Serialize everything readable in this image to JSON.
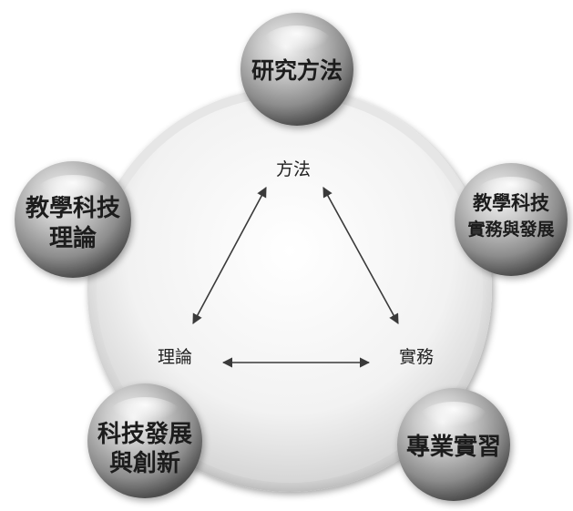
{
  "center": {
    "top": "方法",
    "left": "理論",
    "right": "實務"
  },
  "spheres": {
    "top": {
      "line1": "研究方法"
    },
    "left": {
      "line1": "教學科技",
      "line2": "理論"
    },
    "right": {
      "line1": "教學科技",
      "line2": "實務與發展"
    },
    "bottom_left": {
      "line1": "科技發展",
      "line2": "與創新"
    },
    "bottom_right": {
      "line1": "專業實習"
    }
  },
  "colors": {
    "sphere_highlight": "#f2f2f2",
    "sphere_mid": "#b8b8b8",
    "sphere_dark": "#5a5a5a",
    "ring": "#d9d9d9",
    "disc": "#f7f7f7",
    "arrow": "#3a3a3a"
  }
}
